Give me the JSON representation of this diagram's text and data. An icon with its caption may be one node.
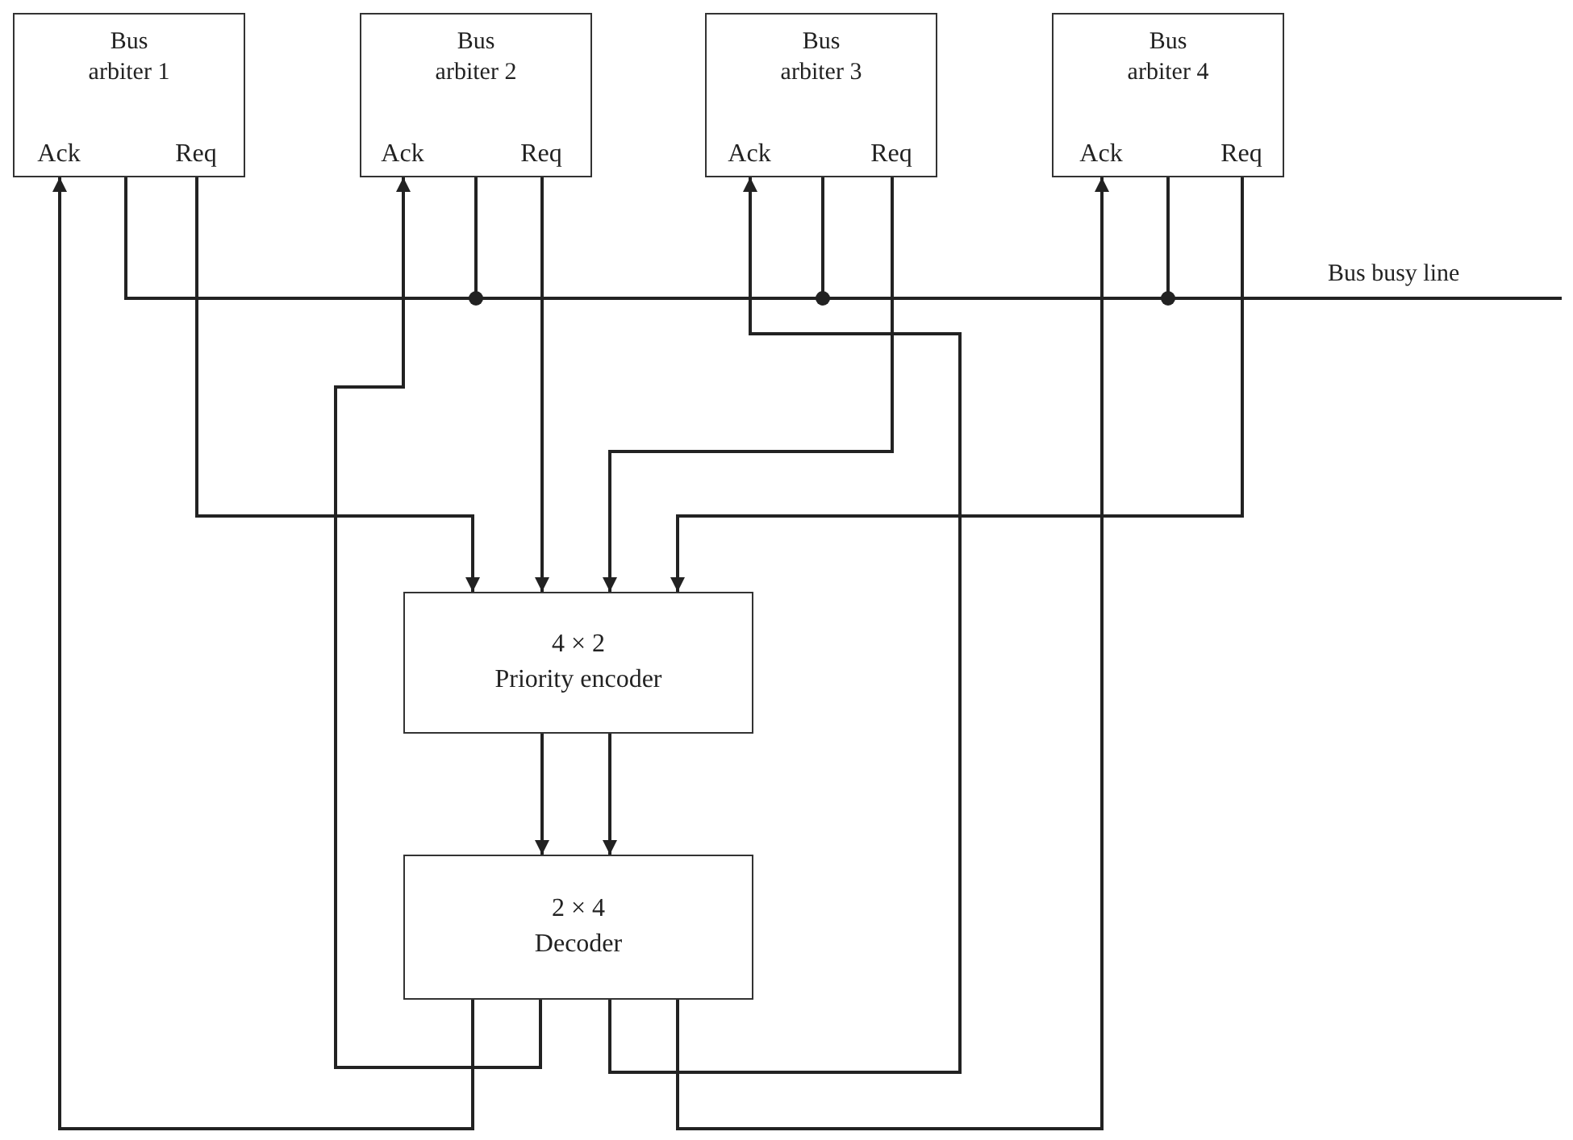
{
  "diagram": {
    "nodes": [
      {
        "text": [
          "Bus arbiter 1"
        ]
      },
      {
        "text": [
          "Ack"
        ],
        "in": 0
      },
      {
        "text": [
          "Req"
        ],
        "in": 0
      },
      {
        "text": [
          "Bus arbiter 2"
        ]
      },
      {
        "text": [
          "Ack"
        ],
        "in": 3
      },
      {
        "text": [
          "Req"
        ],
        "in": 3
      },
      {
        "text": [
          "Bus arbiter 3"
        ]
      },
      {
        "text": [
          "Ack"
        ],
        "in": 6
      },
      {
        "text": [
          "Req"
        ],
        "in": 6
      },
      {
        "text": [
          "Bus arbiter 4"
        ]
      },
      {
        "text": [
          "Ack"
        ],
        "in": 9
      },
      {
        "text": [
          "Req"
        ],
        "in": 9
      },
      {
        "text": [
          "Bus busy line"
        ]
      },
      {
        "text": [
          "4 × 2",
          "Priority encoder"
        ]
      },
      {
        "text": [
          "2 × 4",
          "Decoder"
        ]
      }
    ],
    "edges": [
      {
        "from": 0,
        "to": 12,
        "arrow": "none"
      },
      {
        "from": 3,
        "to": 12,
        "arrow": "none"
      },
      {
        "from": 6,
        "to": 12,
        "arrow": "none"
      },
      {
        "from": 9,
        "to": 12,
        "arrow": "none"
      },
      {
        "from": 2,
        "to": 13,
        "arrow": "to"
      },
      {
        "from": 5,
        "to": 13,
        "arrow": "to"
      },
      {
        "from": 8,
        "to": 13,
        "arrow": "to"
      },
      {
        "from": 11,
        "to": 13,
        "arrow": "to"
      },
      {
        "from": 13,
        "to": 14,
        "arrow": "to"
      },
      {
        "from": 13,
        "to": 14,
        "arrow": "to"
      },
      {
        "from": 14,
        "to": 1,
        "arrow": "to"
      },
      {
        "from": 14,
        "to": 4,
        "arrow": "to"
      },
      {
        "from": 14,
        "to": 7,
        "arrow": "to"
      },
      {
        "from": 14,
        "to": 10,
        "arrow": "to"
      }
    ]
  }
}
